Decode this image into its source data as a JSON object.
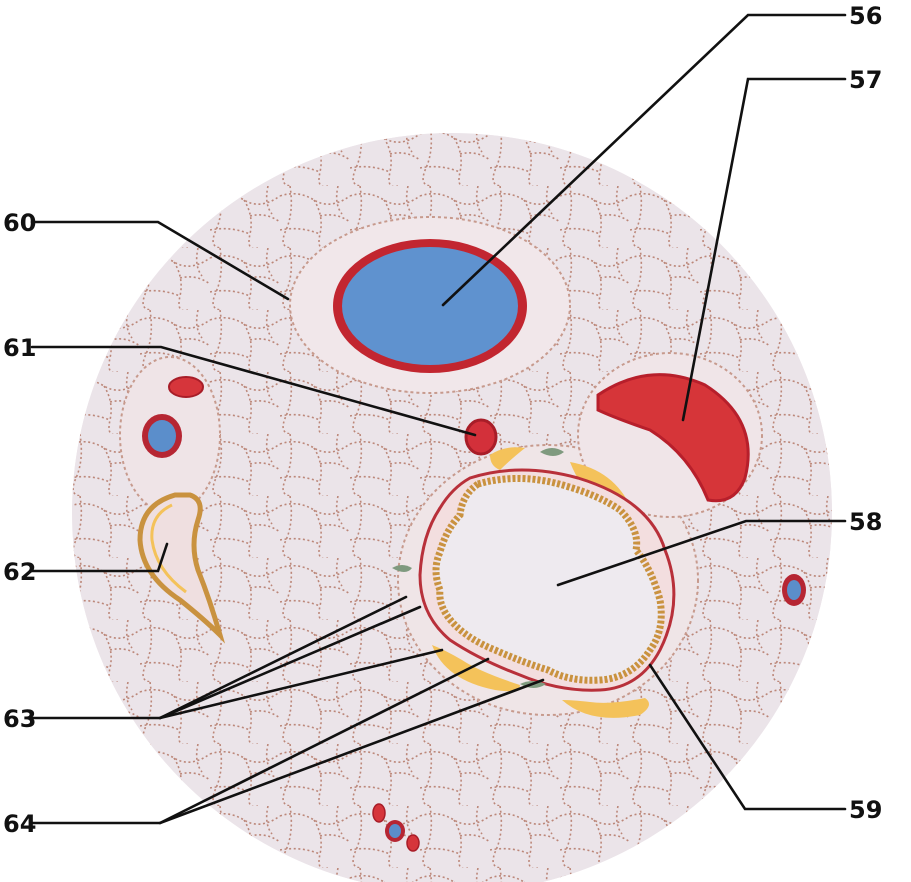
{
  "figure": {
    "colors": {
      "background": "#ffffff",
      "tissue": "#ece6ea",
      "alveolar_wall": "#b77b6c",
      "vein_blue": "#5d8fcd",
      "artery_red": "#d7343b",
      "vessel_wall": "#c0242f",
      "cartilage": "#f4c25a",
      "epithelium": "#c9923f",
      "gland": "#7f9a7f",
      "line": "#111111"
    },
    "labels": [
      {
        "id": "l56",
        "text": "56"
      },
      {
        "id": "l57",
        "text": "57"
      },
      {
        "id": "l58",
        "text": "58"
      },
      {
        "id": "l59",
        "text": "59"
      },
      {
        "id": "l60",
        "text": "60"
      },
      {
        "id": "l61",
        "text": "61"
      },
      {
        "id": "l62",
        "text": "62"
      },
      {
        "id": "l63",
        "text": "63"
      },
      {
        "id": "l64",
        "text": "64"
      }
    ]
  }
}
